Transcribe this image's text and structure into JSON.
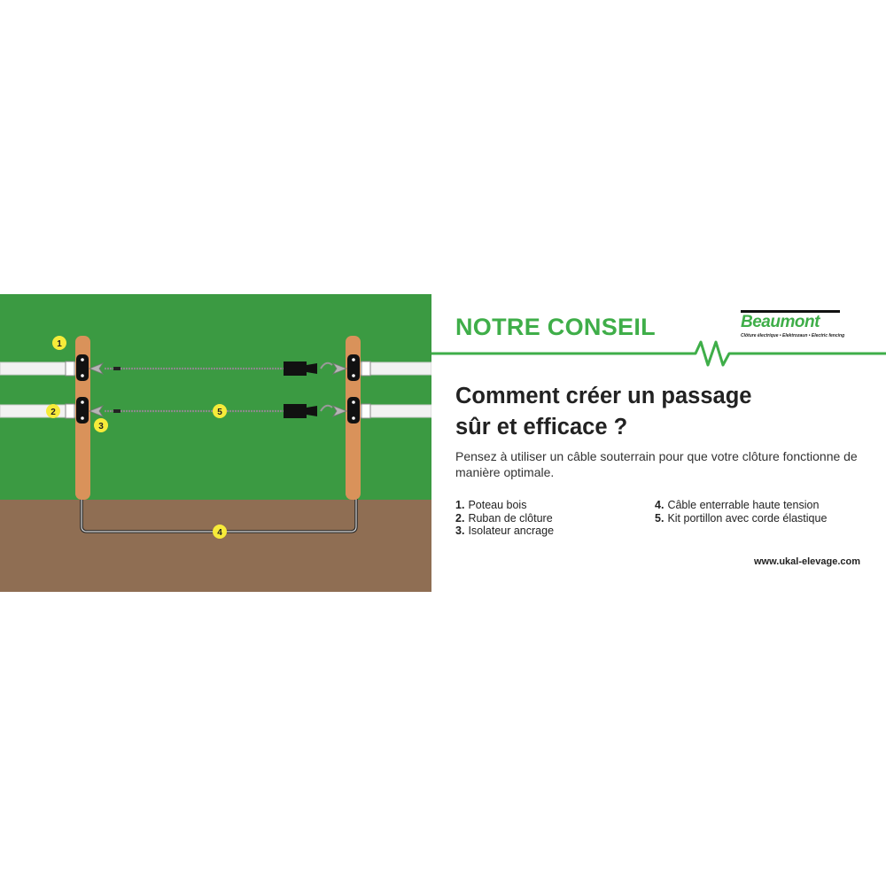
{
  "header": {
    "heading": "NOTRE CONSEIL",
    "brand_name": "Beaumont",
    "brand_tagline": "Clôture électrique • Elektrozaun • Electric fencing"
  },
  "main": {
    "title_line1": "Comment créer un passage",
    "title_line2": "sûr et efficace ?",
    "subtitle": "Pensez à utiliser un câble souterrain pour que votre clôture fonctionne de manière optimale."
  },
  "legend": {
    "items": [
      {
        "num": "1.",
        "label": "Poteau bois"
      },
      {
        "num": "2.",
        "label": "Ruban de clôture"
      },
      {
        "num": "3.",
        "label": "Isolateur ancrage"
      },
      {
        "num": "4.",
        "label": "Câble enterrable haute tension"
      },
      {
        "num": "5.",
        "label": "Kit portillon avec corde élastique"
      }
    ]
  },
  "footer": {
    "website": "www.ukal-elevage.com"
  },
  "illustration": {
    "markers": [
      "1",
      "2",
      "3",
      "4",
      "5"
    ]
  },
  "colors": {
    "grass": "#3b9a42",
    "soil": "#8f6e53",
    "post": "#d9925a",
    "accent_green": "#3fae49",
    "marker_yellow": "#f6eb3a",
    "text_dark": "#222222"
  },
  "icons": [
    "wooden-post-icon",
    "anchor-insulator-icon",
    "gate-handle-icon",
    "pulse-wave-icon"
  ]
}
